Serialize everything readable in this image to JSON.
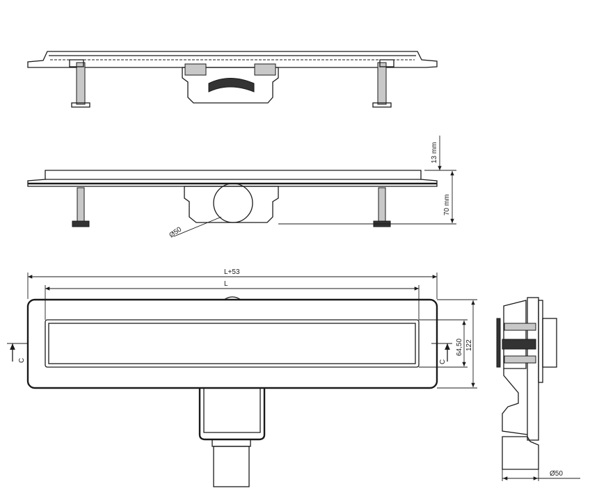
{
  "drawing": {
    "views": [
      "section-view",
      "side-elevation",
      "plan-view",
      "end-view"
    ],
    "dimensions": {
      "depth_top": "13 mm",
      "height_total": "70 mm",
      "outlet_diameter_elevation": "Ø50",
      "overall_length": "L+53",
      "channel_length": "L",
      "channel_width": "64,50",
      "overall_width": "122",
      "outlet_diameter_end": "Ø50"
    },
    "section_marker_left": "C",
    "section_marker_right": "C",
    "line_color": "#1a1a1a"
  }
}
